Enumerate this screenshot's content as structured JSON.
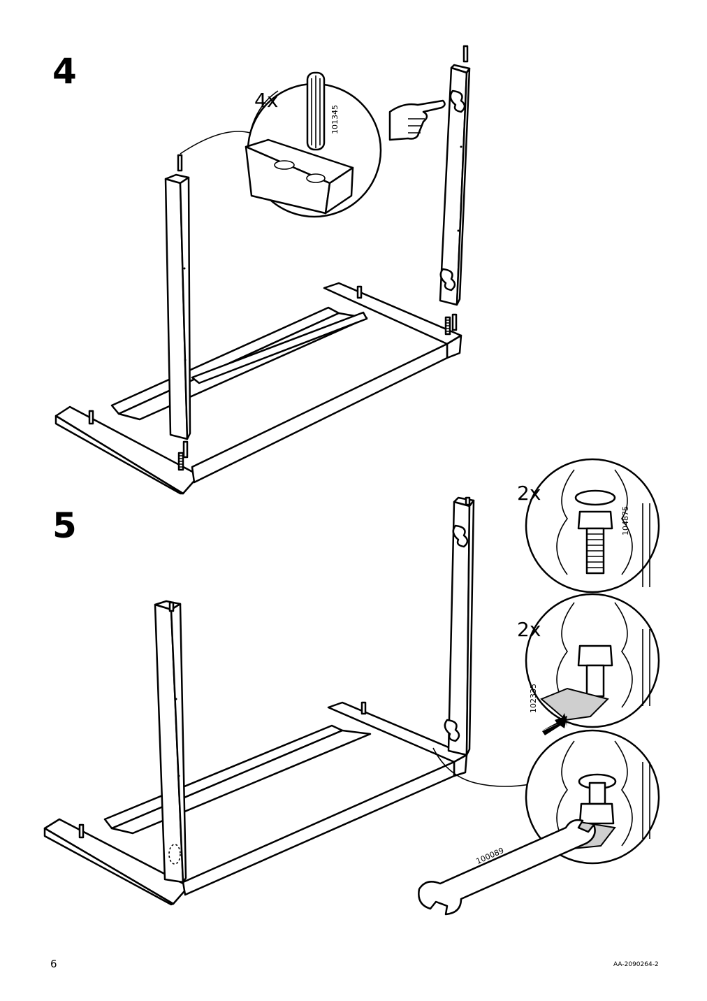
{
  "steps": [
    {
      "number": "4",
      "callout": {
        "quantity": "4x",
        "part_number": "101345",
        "icon": "dowel-detail-icon"
      },
      "hint_icon": "pointing-hand-icon"
    },
    {
      "number": "5",
      "callouts": [
        {
          "quantity": "2x",
          "part_number": "104875",
          "icon": "bolt-tighten-detail-icon"
        },
        {
          "quantity": "2x",
          "part_number": "102335",
          "icon": "cam-insert-detail-icon"
        },
        {
          "quantity": "",
          "part_number": "100089",
          "icon": "wrench-detail-icon"
        }
      ]
    }
  ],
  "footer": {
    "page_number": "6",
    "document_code": "AA-2090264-2"
  }
}
